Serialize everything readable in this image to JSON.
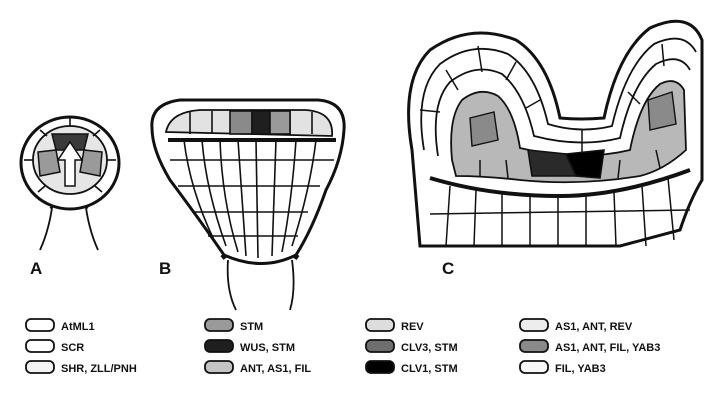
{
  "panels": [
    {
      "letter": "A"
    },
    {
      "letter": "B"
    },
    {
      "letter": "C"
    }
  ],
  "legend": [
    {
      "label": "AtML1",
      "fill": "#ffffff"
    },
    {
      "label": "SCR",
      "fill": "#ffffff"
    },
    {
      "label": "SHR, ZLL/PNH",
      "fill": "#f3f3f3"
    },
    {
      "label": "STM",
      "fill": "#9a9a9a"
    },
    {
      "label": "WUS, STM",
      "fill": "#1f1f1f"
    },
    {
      "label": "ANT, AS1, FIL",
      "fill": "#c4c4c4"
    },
    {
      "label": "REV",
      "fill": "#dddddd"
    },
    {
      "label": "CLV3, STM",
      "fill": "#6e6e6e"
    },
    {
      "label": "CLV1, STM",
      "fill": "#000000"
    },
    {
      "label": "AS1, ANT, REV",
      "fill": "#ededed"
    },
    {
      "label": "AS1, ANT, FIL, YAB3",
      "fill": "#8a8a8a"
    },
    {
      "label": "FIL, YAB3",
      "fill": "#f7f7f7"
    }
  ],
  "colors": {
    "outline": "#111111",
    "background": "#ffffff"
  }
}
